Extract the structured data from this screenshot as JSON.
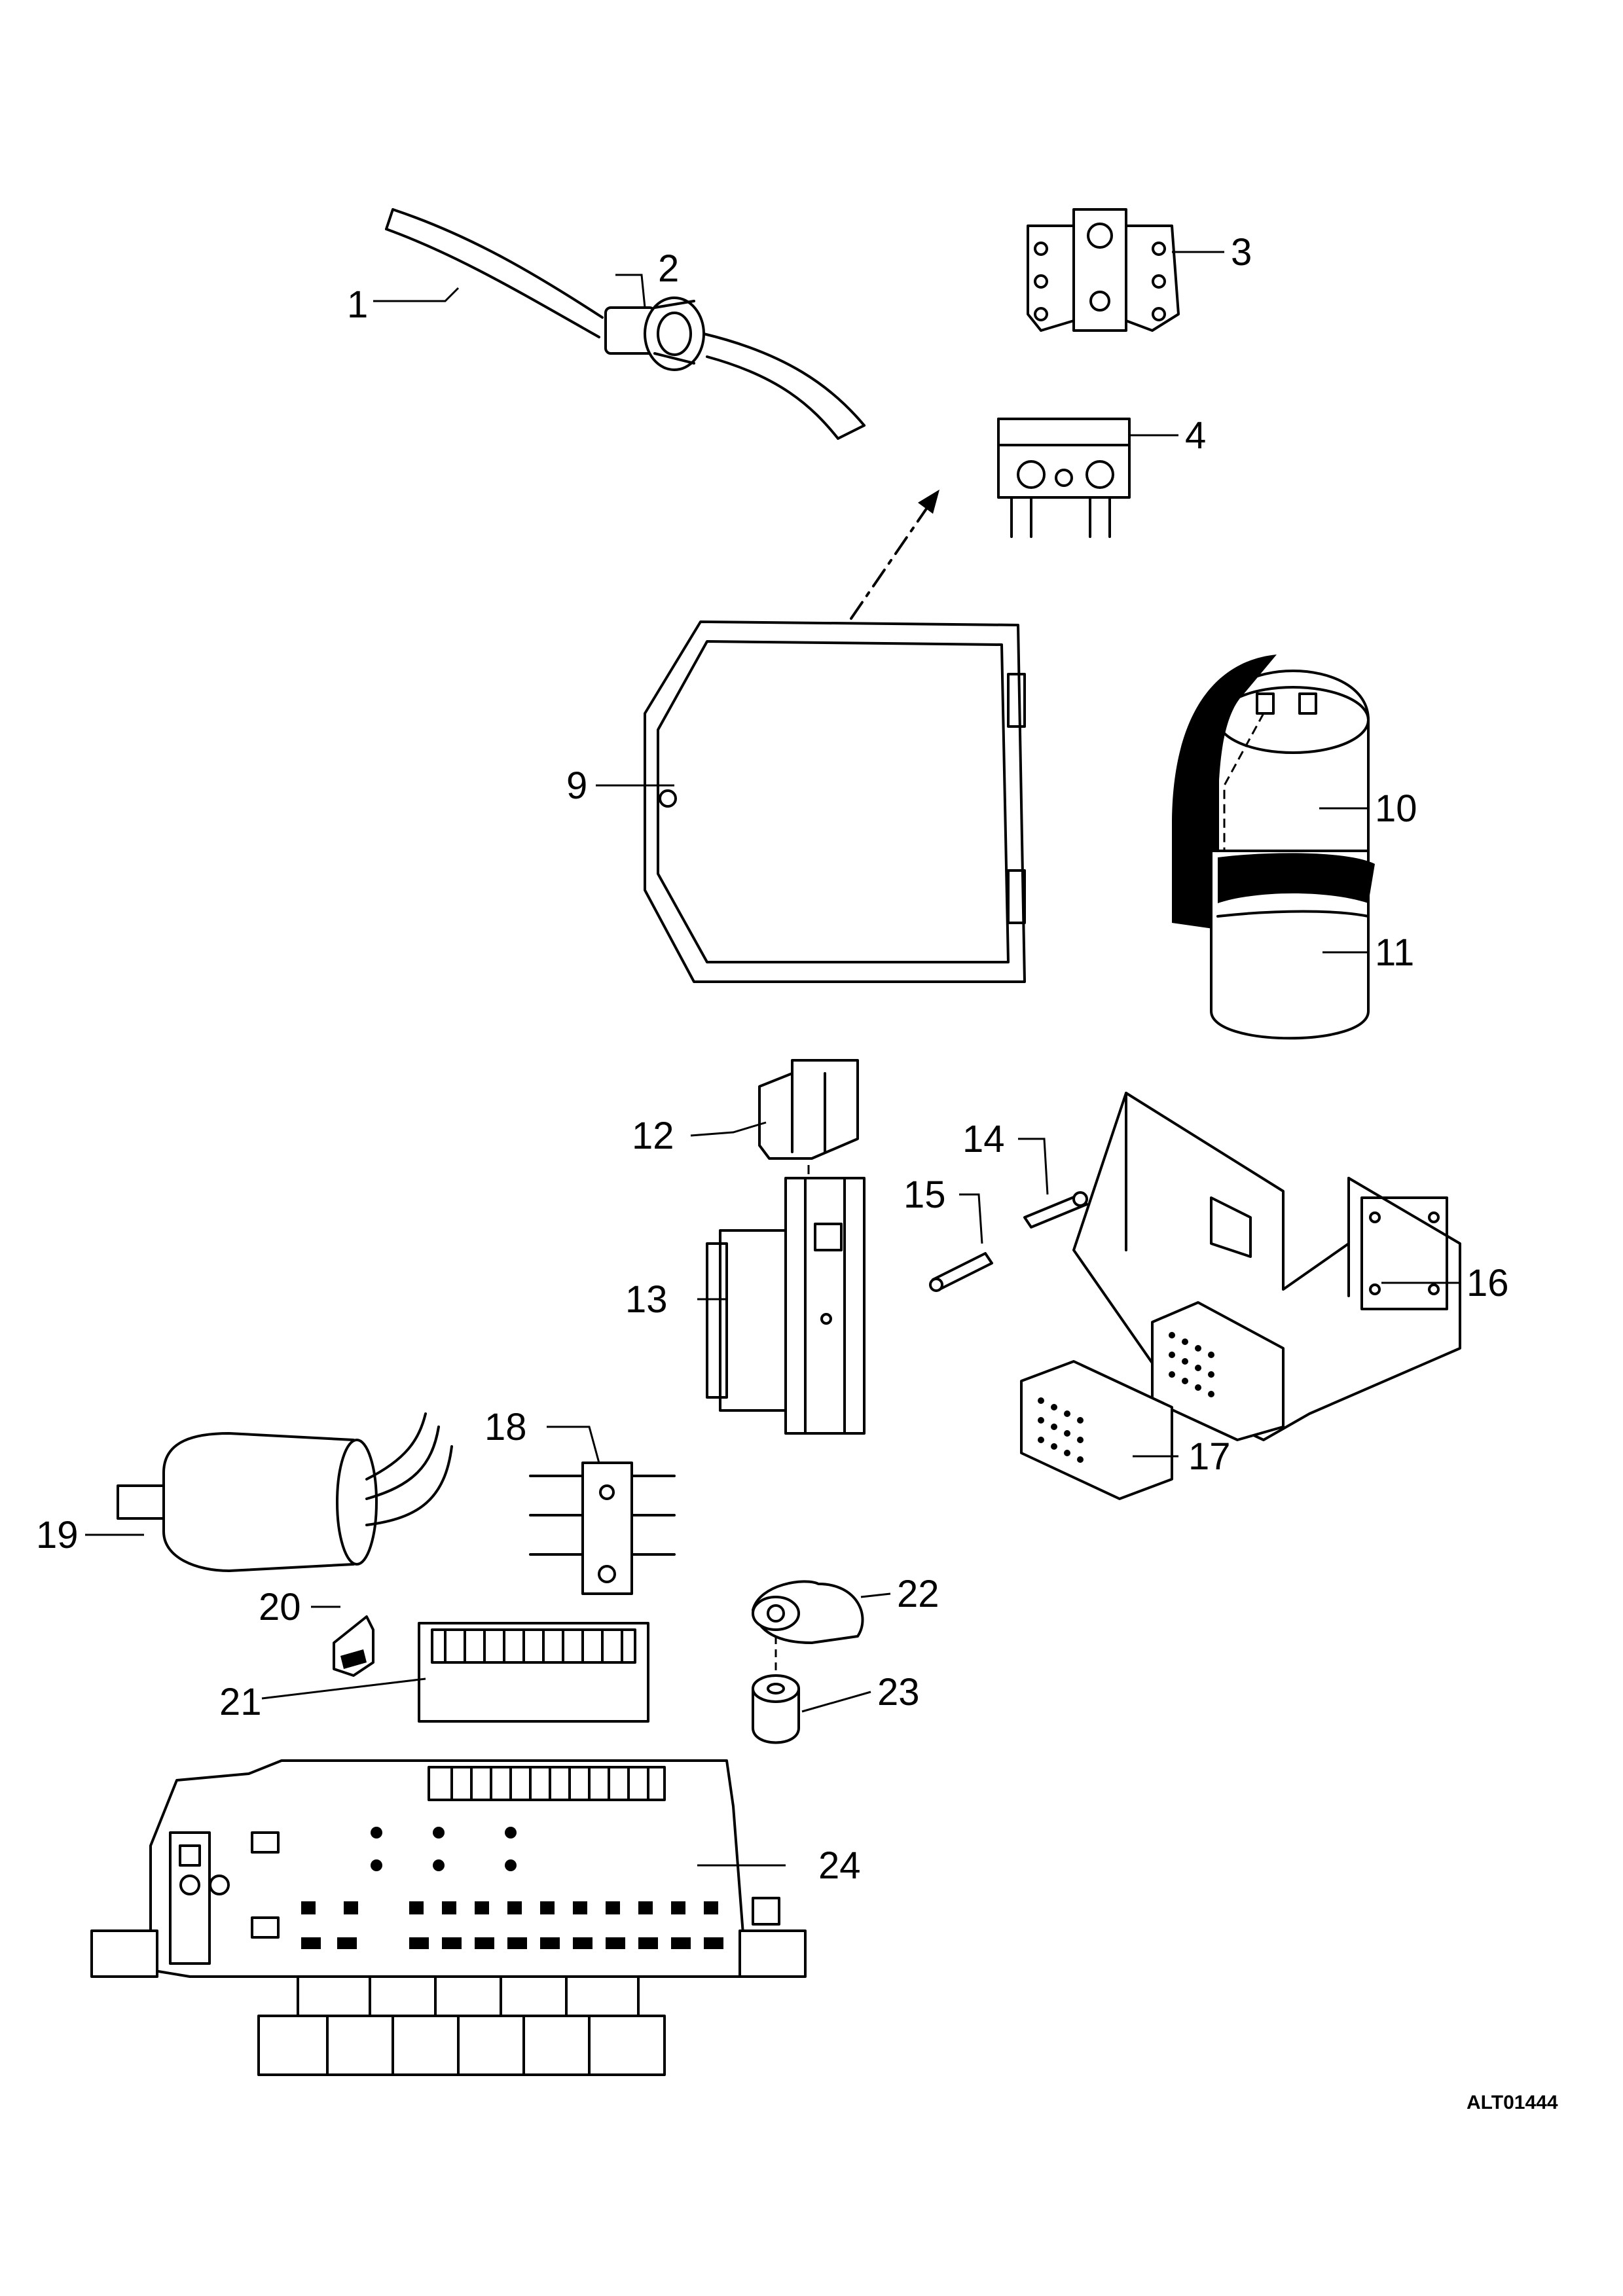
{
  "callouts": {
    "c1": "1",
    "c2": "2",
    "c3": "3",
    "c4": "4",
    "c9": "9",
    "c10": "10",
    "c11": "11",
    "c12": "12",
    "c13": "13",
    "c14": "14",
    "c15": "15",
    "c16": "16",
    "c17": "17",
    "c18": "18",
    "c19": "19",
    "c20": "20",
    "c21": "21",
    "c22": "22",
    "c23": "23",
    "c24": "24"
  },
  "figure_code": "ALT01444"
}
